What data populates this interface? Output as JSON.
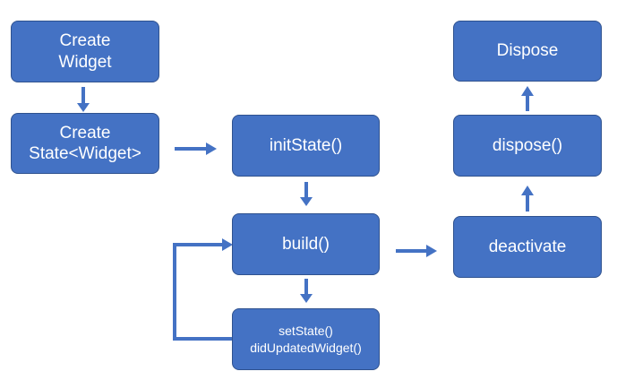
{
  "diagram": {
    "nodes": {
      "create_widget": "Create\nWidget",
      "create_state": "Create\nState<Widget>",
      "init_state": "initState()",
      "build": "build()",
      "set_state": "setState()\ndidUpdatedWidget()",
      "deactivate": "deactivate",
      "dispose_method": "dispose()",
      "dispose": "Dispose"
    },
    "colors": {
      "node_fill": "#4472c4",
      "node_border": "#2f528f",
      "node_text": "#ffffff",
      "arrow": "#4472c4"
    }
  }
}
